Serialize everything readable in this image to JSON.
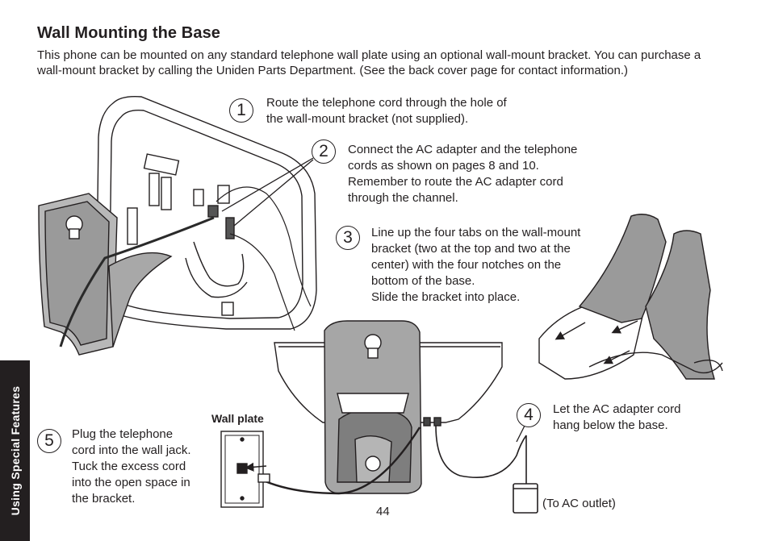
{
  "title": "Wall Mounting the Base",
  "intro": "This phone can be mounted on any standard telephone wall plate using an optional wall-mount bracket. You can purchase a wall-mount bracket by calling the Uniden Parts Department. (See the back cover page for contact information.)",
  "steps": [
    {
      "num": "1",
      "lines": [
        "Route the telephone cord through the hole of",
        "the wall-mount bracket (not supplied)."
      ]
    },
    {
      "num": "2",
      "lines": [
        "Connect the AC adapter and the telephone",
        "cords as shown on pages 8 and 10.",
        "Remember to route the AC adapter cord",
        "through the channel."
      ]
    },
    {
      "num": "3",
      "lines": [
        "Line up the four tabs on the wall-mount",
        "bracket (two at the top and two at the",
        "center) with the four notches on the",
        "bottom of the base.",
        "Slide the bracket into place."
      ]
    },
    {
      "num": "4",
      "lines": [
        "Let the AC adapter cord",
        "hang below the base."
      ]
    },
    {
      "num": "5",
      "lines": [
        "Plug the telephone",
        "cord into the wall jack.",
        "Tuck the excess cord",
        "into the open space in",
        "the bracket."
      ]
    }
  ],
  "labels": {
    "wall_plate": "Wall plate",
    "ac_outlet": "(To AC outlet)"
  },
  "page_number": "44",
  "side_tab": "Using Special Features"
}
